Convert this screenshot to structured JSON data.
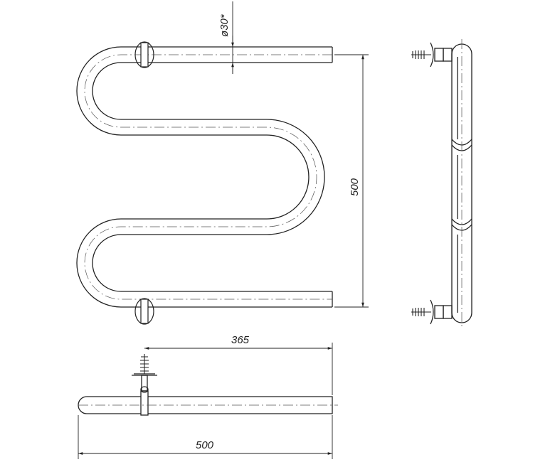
{
  "drawing": {
    "dimensions": {
      "pipe_diameter": "ø30*",
      "height": "500",
      "mount_offset": "365",
      "width": "500"
    }
  }
}
